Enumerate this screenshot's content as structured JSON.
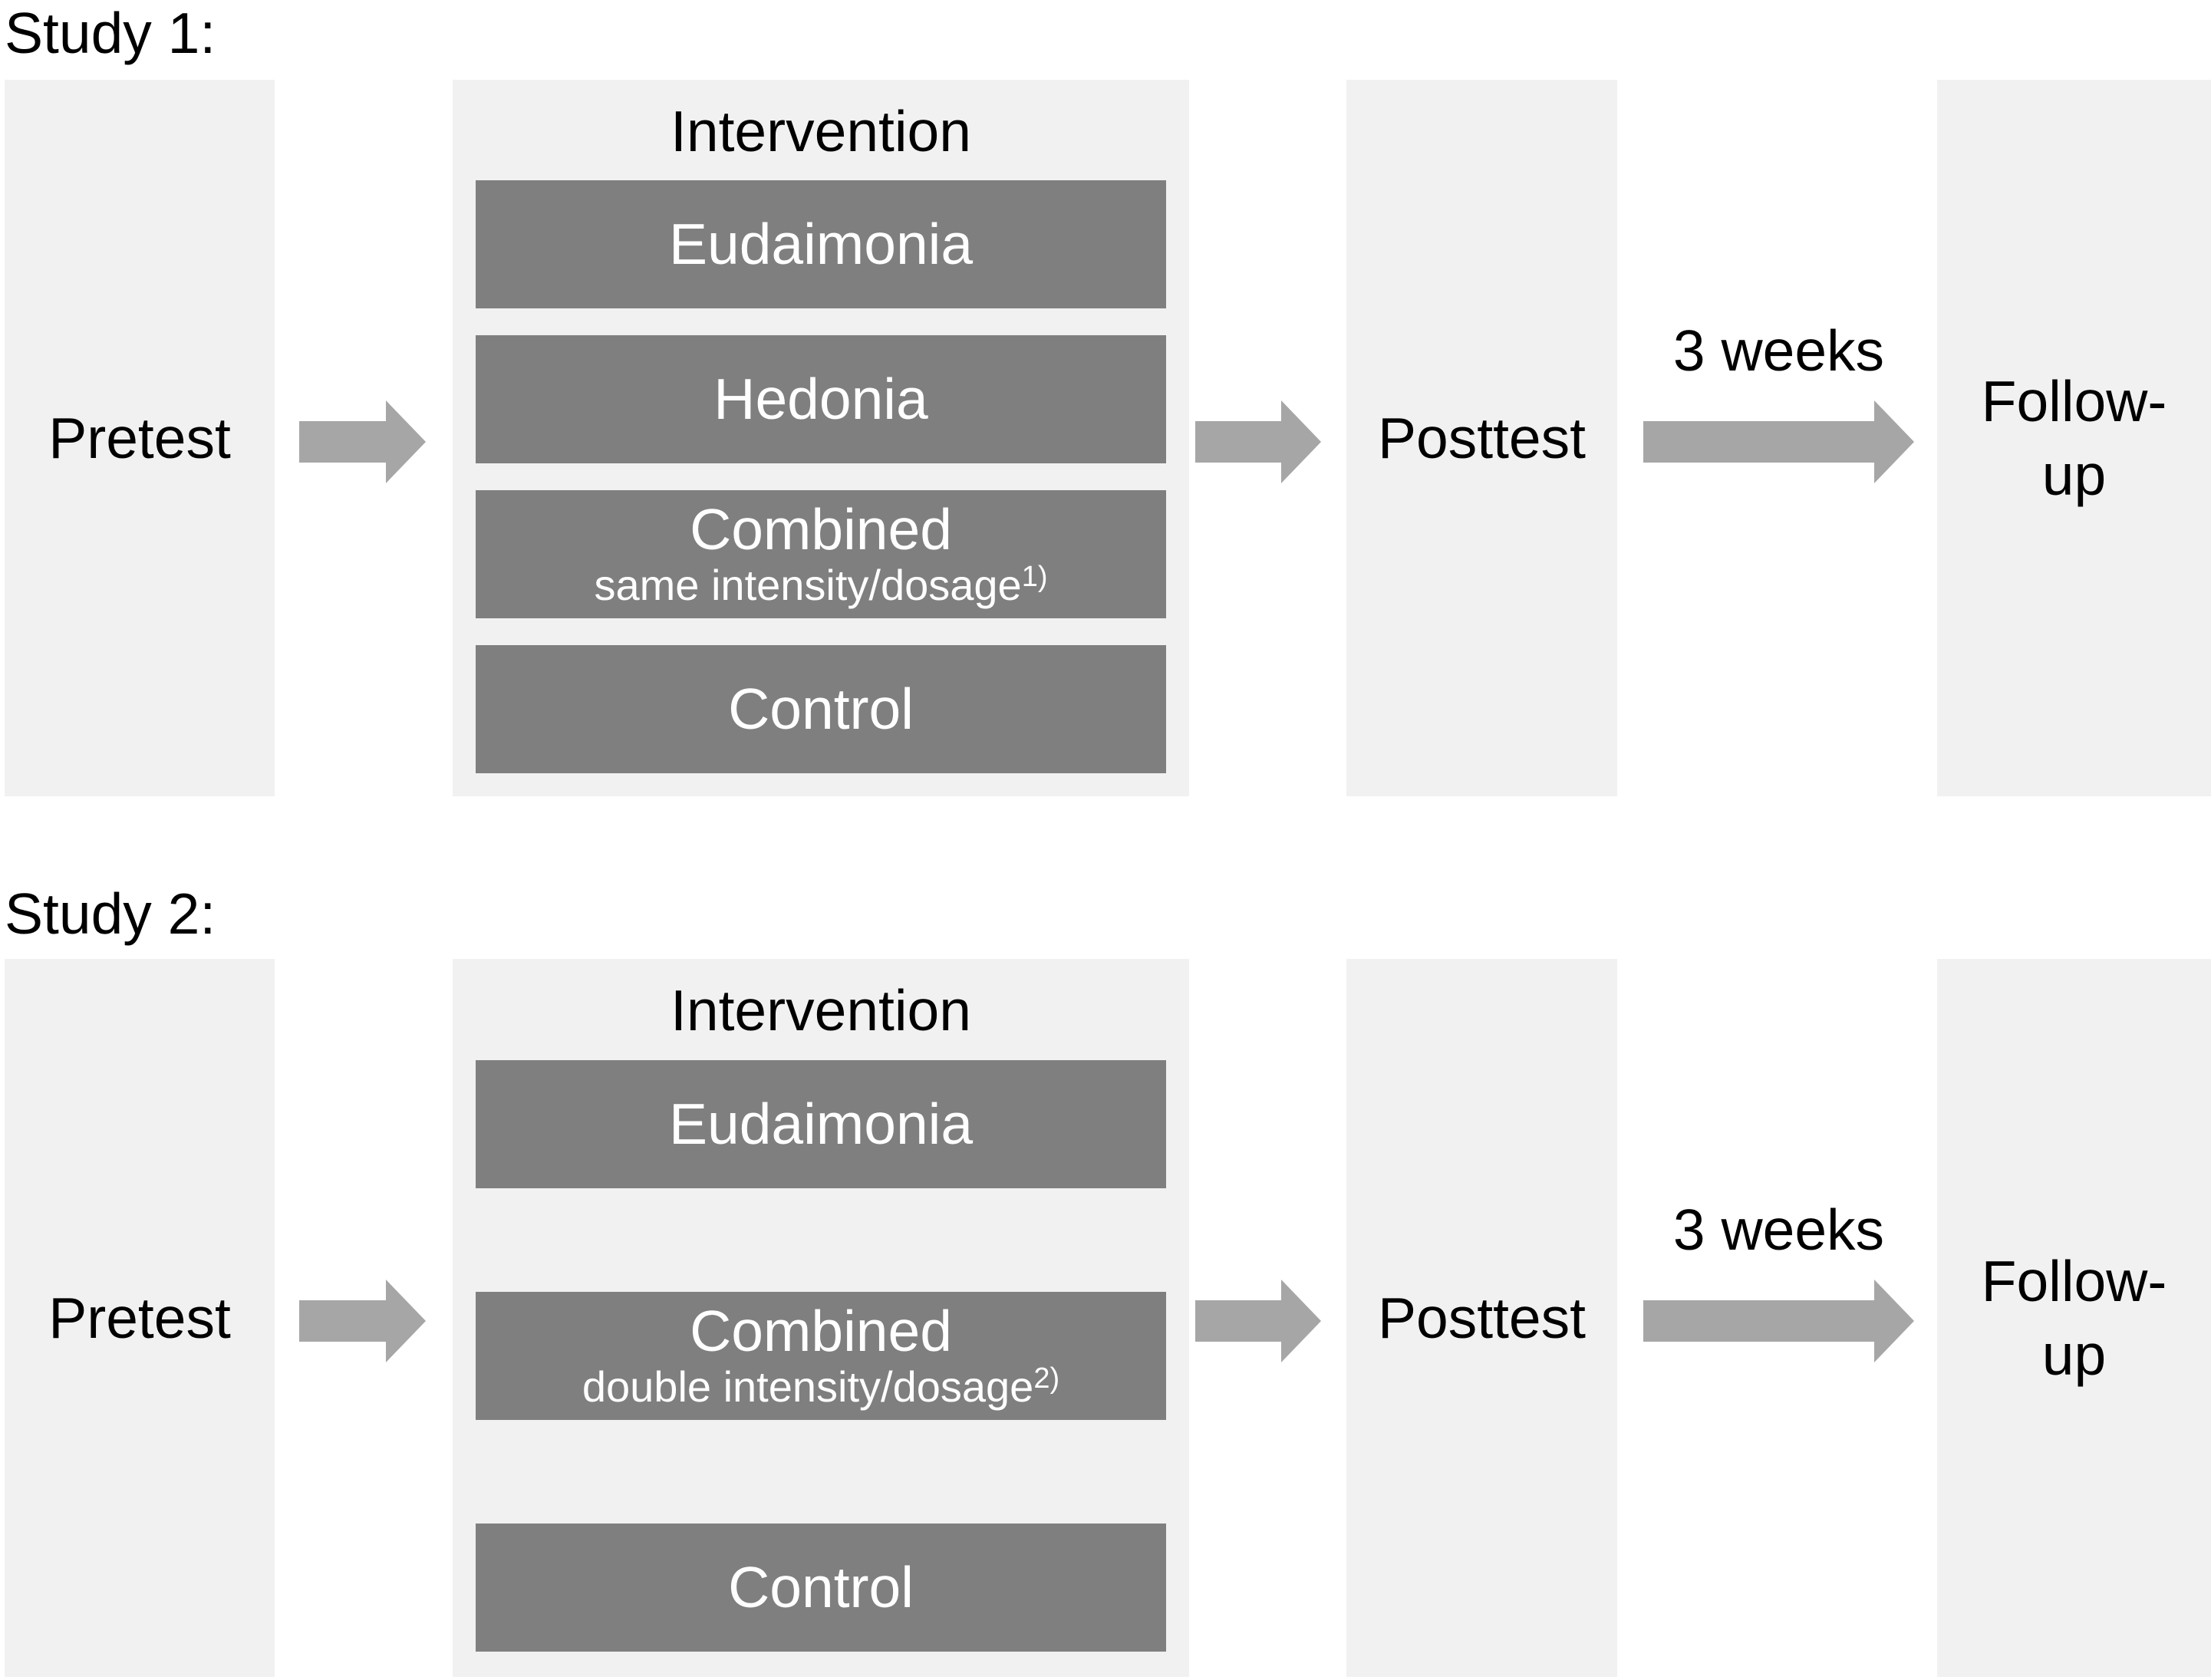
{
  "colors": {
    "panel_bg": "#f1f1f1",
    "arm_bg": "#7f7f7f",
    "arm_text": "#ffffff",
    "arrow": "#a6a6a6",
    "text": "#000000"
  },
  "study1": {
    "heading": "Study 1:",
    "pretest_label": "Pretest",
    "intervention_title": "Intervention",
    "arms": [
      {
        "label": "Eudaimonia"
      },
      {
        "label": "Hedonia"
      },
      {
        "label": "Combined",
        "sublabel": "same intensity/dosage",
        "sup": "1)"
      },
      {
        "label": "Control"
      }
    ],
    "posttest_label": "Posttest",
    "interval_label": "3 weeks",
    "followup_line1": "Follow-",
    "followup_line2": "up"
  },
  "study2": {
    "heading": "Study 2:",
    "pretest_label": "Pretest",
    "intervention_title": "Intervention",
    "arms": [
      {
        "label": "Eudaimonia"
      },
      {
        "label": "Combined",
        "sublabel": "double intensity/dosage",
        "sup": "2)"
      },
      {
        "label": "Control"
      }
    ],
    "posttest_label": "Posttest",
    "interval_label": "3 weeks",
    "followup_line1": "Follow-",
    "followup_line2": "up"
  }
}
